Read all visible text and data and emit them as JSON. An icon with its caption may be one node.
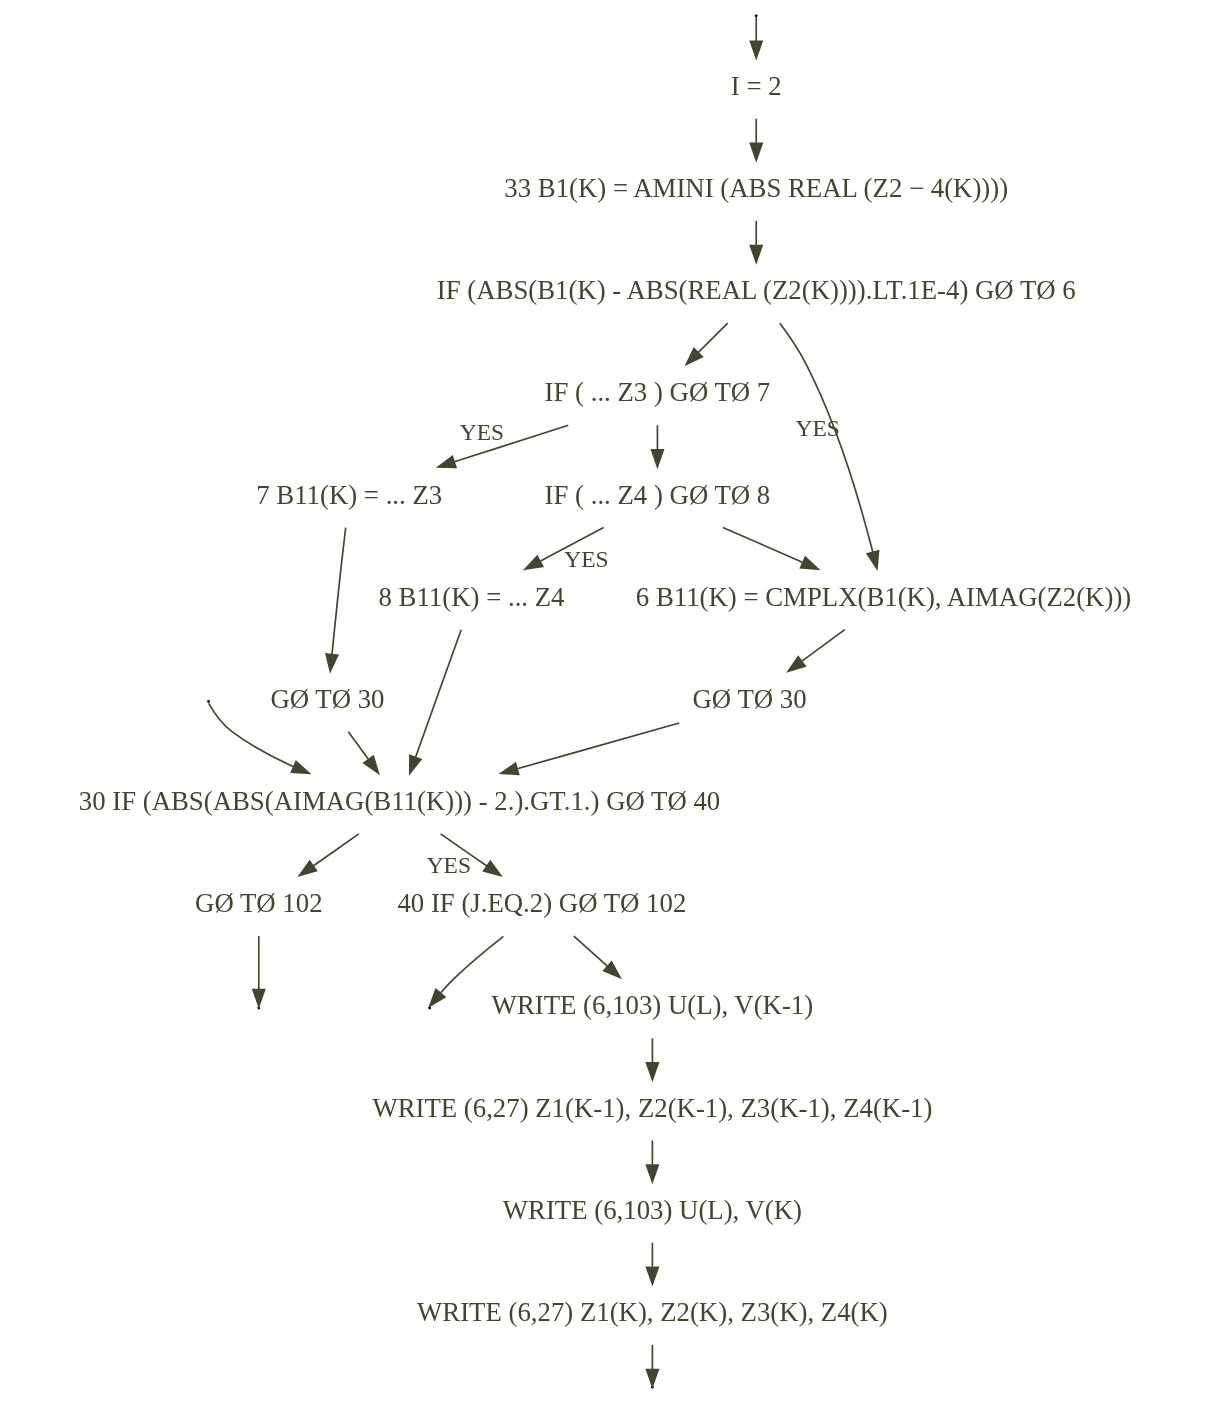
{
  "diagram": {
    "nodes": [
      {
        "text": [
          "I = 2"
        ]
      },
      {
        "text": [
          "33 B1(K) = AMINI (ABS REAL (Z2 − 4(K))))"
        ]
      },
      {
        "text": [
          "IF (ABS(B1(K) - ABS(REAL (Z2(K)))).LT.1E-4) GØ TØ 6"
        ]
      },
      {
        "text": [
          "IF ( ... Z3 ) GØ TØ 7"
        ]
      },
      {
        "text": [
          "IF ( ... Z4 ) GØ TØ 8"
        ]
      },
      {
        "text": [
          "6 B11(K) = CMPLX(B1(K), AIMAG(Z2(K)))"
        ]
      },
      {
        "text": [
          "GØ TØ 30"
        ]
      },
      {
        "text": [
          "7 B11(K) = ... Z3"
        ]
      },
      {
        "text": [
          "GØ TØ 30"
        ]
      },
      {
        "text": [
          "8 B11(K) = ... Z4"
        ]
      },
      {
        "text": [
          "30 IF (ABS(ABS(AIMAG(B11(K))) - 2.).GT.1.) GØ TØ 40"
        ]
      },
      {
        "text": [
          "GØ TØ 102"
        ]
      },
      {
        "text": [
          "40 IF (J.EQ.2) GØ TØ 102"
        ]
      },
      {
        "text": [
          "WRITE (6,103) U(L), V(K-1)"
        ]
      },
      {
        "text": [
          "WRITE (6,27) Z1(K-1), Z2(K-1), Z3(K-1), Z4(K-1)"
        ]
      },
      {
        "text": [
          "WRITE (6,103) U(L), V(K)"
        ]
      },
      {
        "text": [
          "WRITE (6,27) Z1(K), Z2(K), Z3(K), Z4(K)"
        ]
      }
    ],
    "edges": [
      {
        "from": null,
        "to": 0,
        "arrow": "to"
      },
      {
        "from": 0,
        "to": 1,
        "arrow": "to"
      },
      {
        "from": 1,
        "to": 2,
        "arrow": "to"
      },
      {
        "from": 2,
        "to": 3,
        "arrow": "to"
      },
      {
        "from": 3,
        "to": 4,
        "arrow": "to"
      },
      {
        "from": 4,
        "to": 5,
        "arrow": "to"
      },
      {
        "from": 2,
        "to": 5,
        "label": "YES",
        "arrow": "to"
      },
      {
        "from": 3,
        "to": 7,
        "label": "YES",
        "arrow": "to"
      },
      {
        "from": 4,
        "to": 9,
        "label": "YES",
        "arrow": "to"
      },
      {
        "from": 5,
        "to": 6,
        "arrow": "to"
      },
      {
        "from": 7,
        "to": 8,
        "arrow": "to"
      },
      {
        "from": 6,
        "to": 10,
        "arrow": "to"
      },
      {
        "from": 8,
        "to": 10,
        "arrow": "to"
      },
      {
        "from": 9,
        "to": 10,
        "arrow": "to"
      },
      {
        "from": null,
        "to": 10,
        "arrow": "to"
      },
      {
        "from": 10,
        "to": 11,
        "arrow": "to"
      },
      {
        "from": 10,
        "to": 12,
        "label": "YES",
        "arrow": "to"
      },
      {
        "from": 11,
        "to": null,
        "arrow": "to"
      },
      {
        "from": 12,
        "to": null,
        "arrow": "to"
      },
      {
        "from": 12,
        "to": 13,
        "arrow": "to"
      },
      {
        "from": 13,
        "to": 14,
        "arrow": "to"
      },
      {
        "from": 14,
        "to": 15,
        "arrow": "to"
      },
      {
        "from": 15,
        "to": 16,
        "arrow": "to"
      },
      {
        "from": 16,
        "to": null,
        "arrow": "to"
      }
    ]
  }
}
